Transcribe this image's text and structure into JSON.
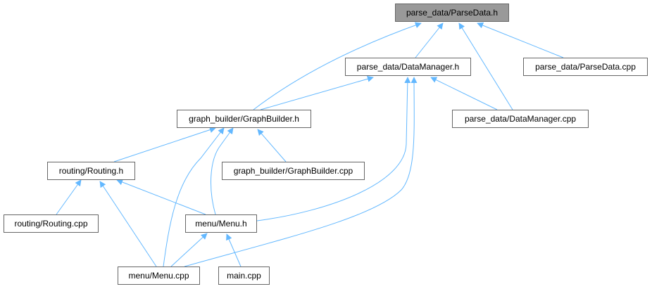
{
  "diagram": {
    "edge_color": "#63b8ff",
    "root_fill": "#999999",
    "node_border": "#666666",
    "nodes": {
      "parsedata_h": "parse_data/ParseData.h",
      "datamanager_h": "parse_data/DataManager.h",
      "parsedata_cpp": "parse_data/ParseData.cpp",
      "graphbuilder_h": "graph_builder/GraphBuilder.h",
      "datamanager_cpp": "parse_data/DataManager.cpp",
      "routing_h": "routing/Routing.h",
      "graphbuilder_cpp": "graph_builder/GraphBuilder.cpp",
      "routing_cpp": "routing/Routing.cpp",
      "menu_h": "menu/Menu.h",
      "menu_cpp": "menu/Menu.cpp",
      "main_cpp": "main.cpp"
    },
    "edges": [
      {
        "from": "datamanager_h",
        "to": "parsedata_h"
      },
      {
        "from": "parsedata_cpp",
        "to": "parsedata_h"
      },
      {
        "from": "graphbuilder_h",
        "to": "parsedata_h"
      },
      {
        "from": "datamanager_cpp",
        "to": "parsedata_h"
      },
      {
        "from": "graphbuilder_h",
        "to": "datamanager_h"
      },
      {
        "from": "datamanager_cpp",
        "to": "datamanager_h"
      },
      {
        "from": "menu_h",
        "to": "datamanager_h"
      },
      {
        "from": "menu_cpp",
        "to": "datamanager_h"
      },
      {
        "from": "routing_h",
        "to": "graphbuilder_h"
      },
      {
        "from": "graphbuilder_cpp",
        "to": "graphbuilder_h"
      },
      {
        "from": "menu_h",
        "to": "graphbuilder_h"
      },
      {
        "from": "menu_cpp",
        "to": "graphbuilder_h"
      },
      {
        "from": "routing_cpp",
        "to": "routing_h"
      },
      {
        "from": "menu_h",
        "to": "routing_h"
      },
      {
        "from": "menu_cpp",
        "to": "routing_h"
      },
      {
        "from": "menu_cpp",
        "to": "menu_h"
      },
      {
        "from": "main_cpp",
        "to": "menu_h"
      }
    ]
  }
}
